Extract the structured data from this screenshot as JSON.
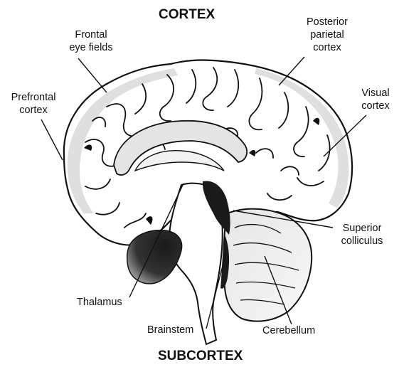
{
  "heading_top": "CORTEX",
  "heading_bottom": "SUBCORTEX",
  "labels": {
    "frontal_eye_fields": [
      "Frontal",
      "eye fields"
    ],
    "posterior_parietal_cortex": [
      "Posterior",
      "parietal",
      "cortex"
    ],
    "prefrontal_cortex": [
      "Prefrontal",
      "cortex"
    ],
    "visual_cortex": [
      "Visual",
      "cortex"
    ],
    "superior_colliculus": [
      "Superior",
      "colliculus"
    ],
    "thalamus": "Thalamus",
    "brainstem": "Brainstem",
    "cerebellum": "Cerebellum"
  },
  "colors": {
    "outline": "#111111",
    "highlight_fill": "#d9d9d9",
    "brain_fill": "#ffffff",
    "thalamus_dark": "#2a2a2a",
    "sulcus": "#111111"
  }
}
